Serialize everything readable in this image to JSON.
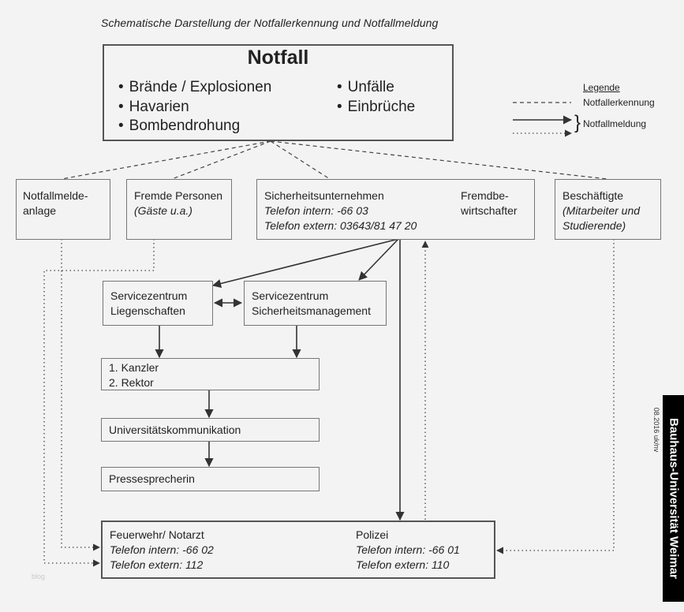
{
  "title": "Schematische Darstellung der Notfallerkennung und Notfallmeldung",
  "notfall": {
    "heading": "Notfall",
    "left_items": [
      "Brände / Explosionen",
      "Havarien",
      "Bombendrohung"
    ],
    "right_items": [
      "Unfälle",
      "Einbrüche"
    ]
  },
  "legend": {
    "title": "Legende",
    "erkennung": "Notfallerkennung",
    "meldung": "Notfallmeldung"
  },
  "sources": {
    "meldeanlage": [
      "Notfallmelde-",
      "anlage"
    ],
    "fremde": {
      "title": "Fremde Personen",
      "sub": "(Gäste u.a.)"
    },
    "sicherheit": {
      "title": "Sicherheitsunternehmen",
      "phone1": "Telefon intern: -66 03",
      "phone2": "Telefon extern: 03643/81 47 20",
      "fremd1": "Fremdbe-",
      "fremd2": "wirtschafter"
    },
    "beschaeftigte": {
      "title": "Beschäftigte",
      "sub1": "(Mitarbeiter und",
      "sub2": "Studierende)"
    }
  },
  "service": {
    "liegenschaften": [
      "Servicezentrum",
      "Liegenschaften"
    ],
    "sicherheitsmgmt": [
      "Servicezentrum",
      "Sicherheitsmanagement"
    ]
  },
  "chain": {
    "kanzler": "1. Kanzler",
    "rektor": "2. Rektor",
    "kommunikation": "Universitätskommunikation",
    "presse": "Pressesprecherin"
  },
  "bottom": {
    "feuerwehr": {
      "title": "Feuerwehr/ Notarzt",
      "phone1": "Telefon intern: -66 02",
      "phone2": "Telefon extern: 112"
    },
    "polizei": {
      "title": "Polizei",
      "phone1": "Telefon intern: -66 01",
      "phone2": "Telefon extern: 110"
    }
  },
  "sidebar": "Bauhaus-Universität Weimar",
  "date": "08.2016 uk/nv",
  "watermark": "blog"
}
